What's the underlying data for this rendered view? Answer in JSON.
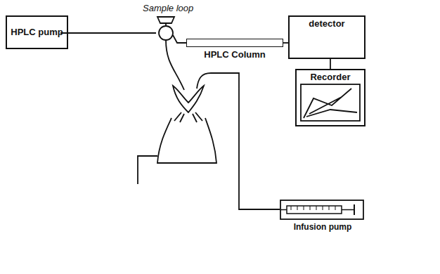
{
  "diagram": {
    "nodes": [
      {
        "text": [
          "HPLC pump"
        ]
      },
      {
        "text": [
          "HPLC Column"
        ]
      },
      {
        "text": [
          "detector"
        ]
      },
      {
        "text": [
          "Recorder"
        ]
      },
      {
        "text": [
          "Infusion pump"
        ]
      }
    ],
    "edges": [
      {
        "from": 1,
        "to": 2,
        "arrow": "none"
      },
      {
        "from": 2,
        "to": 3,
        "arrow": "none"
      }
    ],
    "labels": [
      "Sample loop"
    ]
  }
}
